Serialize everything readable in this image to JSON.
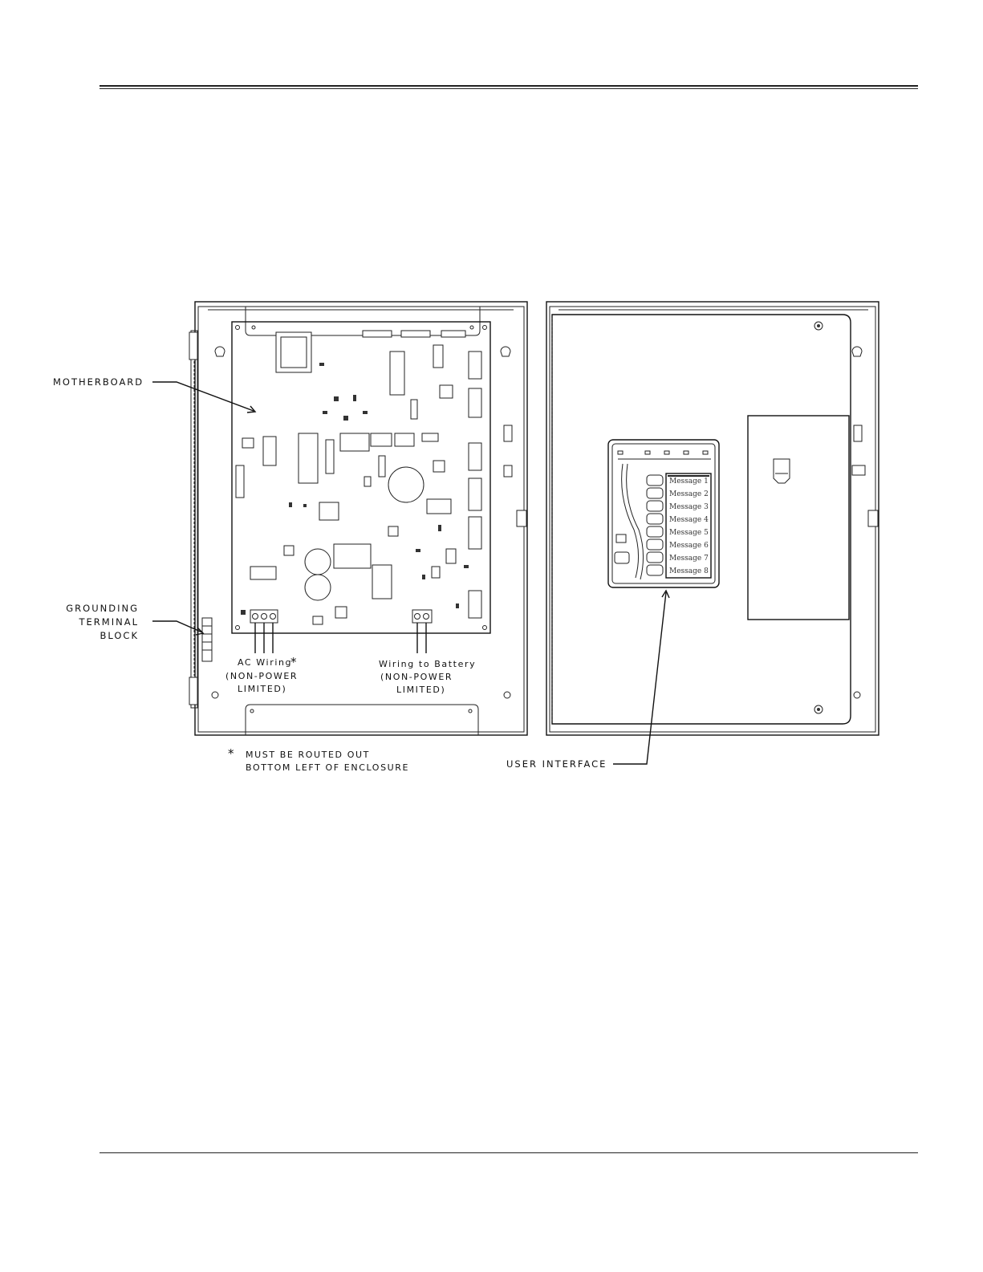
{
  "callouts": {
    "motherboard": "MOTHERBOARD",
    "grounding_line1": "GROUNDING",
    "grounding_line2": "TERMINAL",
    "grounding_line3": "BLOCK",
    "user_interface": "USER INTERFACE"
  },
  "wiring": {
    "ac_line1": "AC Wiring",
    "ac_line2": "(NON-POWER",
    "ac_line3": "LIMITED)",
    "battery_line1": "Wiring to Battery",
    "battery_line2": "(NON-POWER",
    "battery_line3": "LIMITED)",
    "asterisk": "*"
  },
  "footnote": {
    "asterisk": "*",
    "line1": "MUST BE ROUTED OUT",
    "line2": "BOTTOM LEFT OF ENCLOSURE"
  },
  "user_interface_panel": {
    "messages": [
      "Message 1",
      "Message 2",
      "Message 3",
      "Message 4",
      "Message 5",
      "Message 6",
      "Message 7",
      "Message 8"
    ]
  }
}
